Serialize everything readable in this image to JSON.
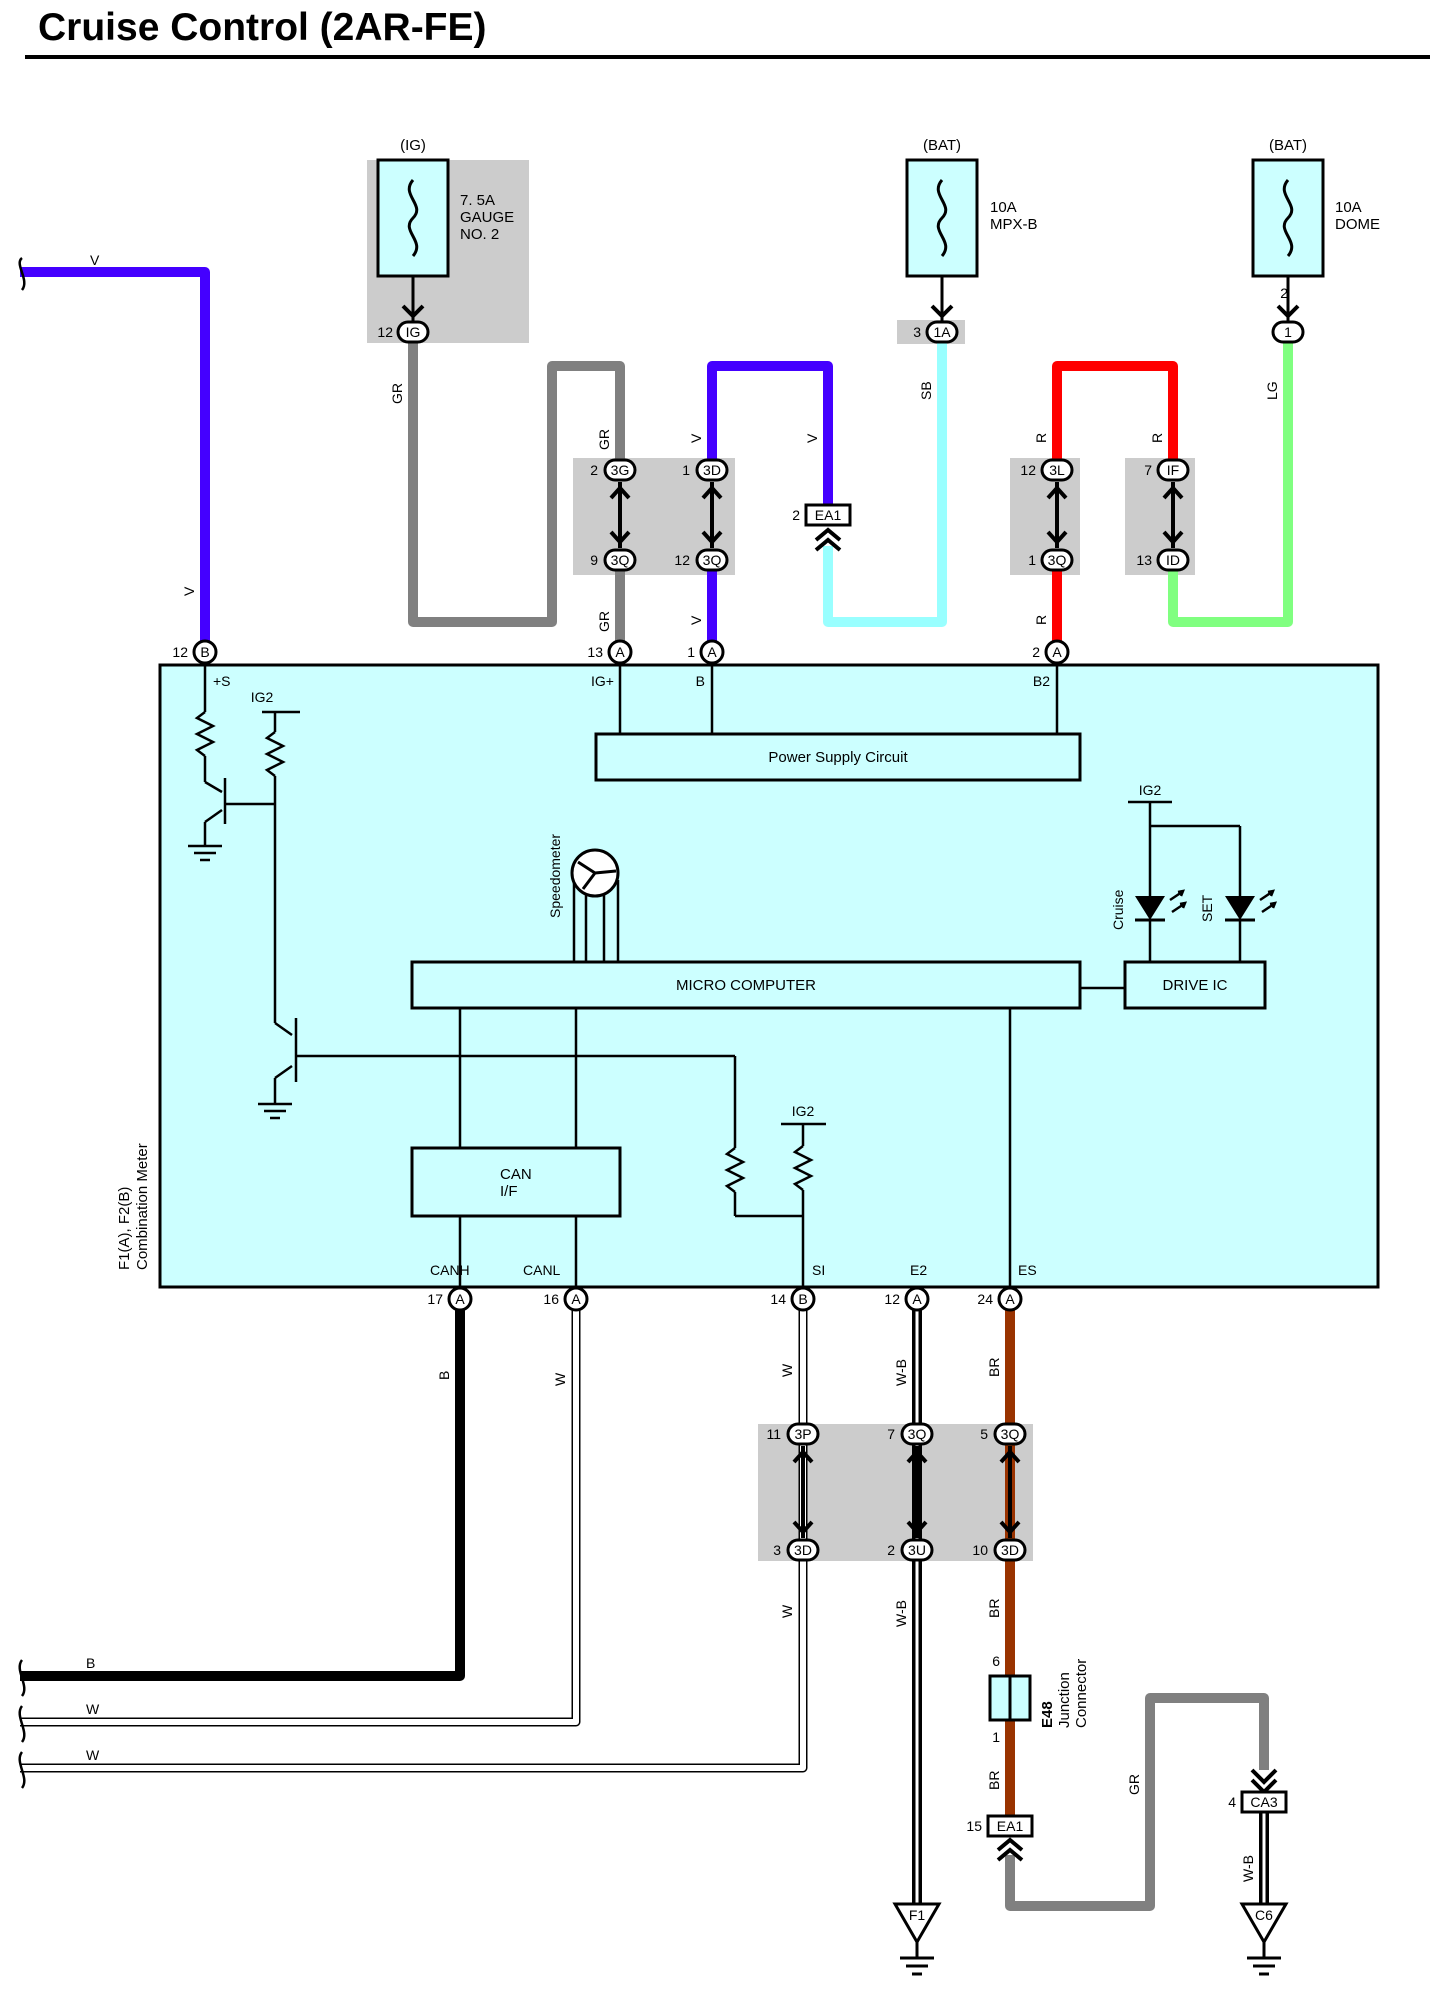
{
  "title": "Cruise Control (2AR-FE)",
  "colors": {
    "V": "#4400ff",
    "GR": "#808080",
    "SB": "#99ffff",
    "R": "#ff0000",
    "LG": "#80ff80",
    "B": "#000000",
    "W": "#ffffff",
    "W-B": "#000000",
    "BR": "#993300",
    "meter_fill": "#ccffff",
    "splice_fill": "#cccccc"
  },
  "fuses": [
    {
      "source": "(IG)",
      "rating": "7. 5A",
      "name1": "GAUGE",
      "name2": "NO. 2",
      "pin": "12",
      "conn": "IG"
    },
    {
      "source": "(BAT)",
      "rating": "10A",
      "name1": "MPX-B",
      "pin": "3",
      "conn": "1A"
    },
    {
      "source": "(BAT)",
      "rating": "10A",
      "name1": "DOME",
      "pin": "2",
      "conn": "1"
    }
  ],
  "wire_labels": {
    "left_v": "V",
    "ig_gr": "GR",
    "gr_up": "GR",
    "gr_down": "GR",
    "v_up": "V",
    "v_right": "V",
    "v_down": "V",
    "v_left": "V",
    "sb": "SB",
    "r_left": "R",
    "r_right": "R",
    "r_down": "R",
    "lg": "LG",
    "canh_b": "B",
    "canl_w": "W",
    "si_w1": "W",
    "si_w2": "W",
    "e2_wb1": "W-B",
    "e2_wb2": "W-B",
    "es_br1": "BR",
    "es_br2": "BR",
    "es_br3": "BR",
    "gr_bottom": "GR",
    "c6_wb": "W-B",
    "bl_b": "B",
    "bl_w1": "W",
    "bl_w2": "W"
  },
  "upper_connectors": [
    {
      "pin_top": "2",
      "top": "3G",
      "pin_bot": "9",
      "bot": "3Q"
    },
    {
      "pin_top": "1",
      "top": "3D",
      "pin_bot": "12",
      "bot": "3Q"
    },
    {
      "pin_top": "12",
      "top": "3L",
      "pin_bot": "1",
      "bot": "3Q"
    },
    {
      "pin_top": "7",
      "top": "IF",
      "pin_bot": "13",
      "bot": "ID"
    }
  ],
  "ea1_top": {
    "pin": "2",
    "name": "EA1"
  },
  "meter": {
    "name": "Combination Meter",
    "ref": "F1(A), F2(B)",
    "top_pins": [
      {
        "num": "12",
        "conn": "B",
        "label": "+S"
      },
      {
        "num": "13",
        "conn": "A",
        "label": "IG+"
      },
      {
        "num": "1",
        "conn": "A",
        "label": "B"
      },
      {
        "num": "2",
        "conn": "A",
        "label": "B2"
      }
    ],
    "bottom_pins": [
      {
        "num": "17",
        "conn": "A",
        "label": "CANH"
      },
      {
        "num": "16",
        "conn": "A",
        "label": "CANL"
      },
      {
        "num": "14",
        "conn": "B",
        "label": "SI"
      },
      {
        "num": "12",
        "conn": "A",
        "label": "E2"
      },
      {
        "num": "24",
        "conn": "A",
        "label": "ES"
      }
    ],
    "power_supply": "Power Supply Circuit",
    "micro": "MICRO COMPUTER",
    "drive_ic": "DRIVE IC",
    "can_if_1": "CAN",
    "can_if_2": "I/F",
    "speedometer": "Speedometer",
    "ig2": "IG2",
    "cruise": "Cruise",
    "set": "SET"
  },
  "lower_connectors": [
    {
      "pin_top": "11",
      "top": "3P",
      "pin_bot": "3",
      "bot": "3D"
    },
    {
      "pin_top": "7",
      "top": "3Q",
      "pin_bot": "2",
      "bot": "3U"
    },
    {
      "pin_top": "5",
      "top": "3Q",
      "pin_bot": "10",
      "bot": "3D"
    }
  ],
  "junction": {
    "id": "E48",
    "name1": "Junction",
    "name2": "Connector",
    "pin_top": "6",
    "pin_bot": "1"
  },
  "ea1_bottom": {
    "pin": "15",
    "name": "EA1"
  },
  "ca3": {
    "pin": "4",
    "name": "CA3"
  },
  "grounds": {
    "f1": "F1",
    "c6": "C6"
  }
}
